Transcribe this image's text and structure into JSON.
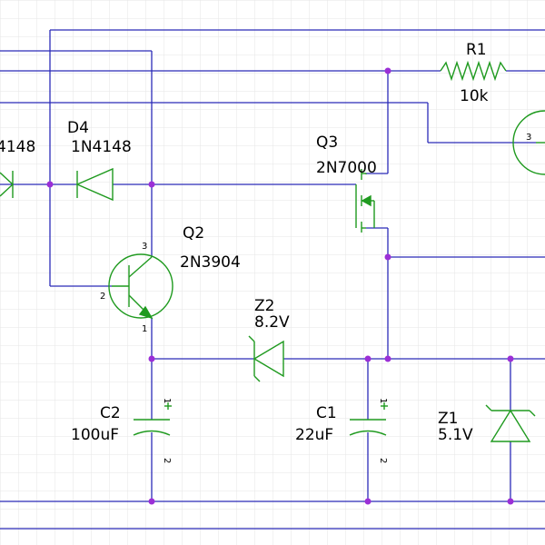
{
  "colors": {
    "wire": "#2b2bb8",
    "component": "#1f9a1f",
    "junction": "#9b2fd6",
    "grid": "#e6e6e6",
    "text": "#000000",
    "background": "#ffffff"
  },
  "components": {
    "r1": {
      "ref": "R1",
      "value": "10k"
    },
    "d4": {
      "ref": "D4",
      "value": "1N4148"
    },
    "d_left_partial": {
      "value": "4148"
    },
    "q2": {
      "ref": "Q2",
      "value": "2N3904",
      "pin_collector": "3",
      "pin_base": "2",
      "pin_emitter": "1"
    },
    "q3": {
      "ref": "Q3",
      "value": "2N7000"
    },
    "q_right_partial": {
      "pin": "3"
    },
    "z2": {
      "ref": "Z2",
      "value": "8.2V"
    },
    "z1": {
      "ref": "Z1",
      "value": "5.1V"
    },
    "c2": {
      "ref": "C2",
      "value": "100uF",
      "pin_pos": "1",
      "pin_neg": "2",
      "polarity": "+"
    },
    "c1": {
      "ref": "C1",
      "value": "22uF",
      "pin_pos": "1",
      "pin_neg": "2",
      "polarity": "+"
    }
  }
}
